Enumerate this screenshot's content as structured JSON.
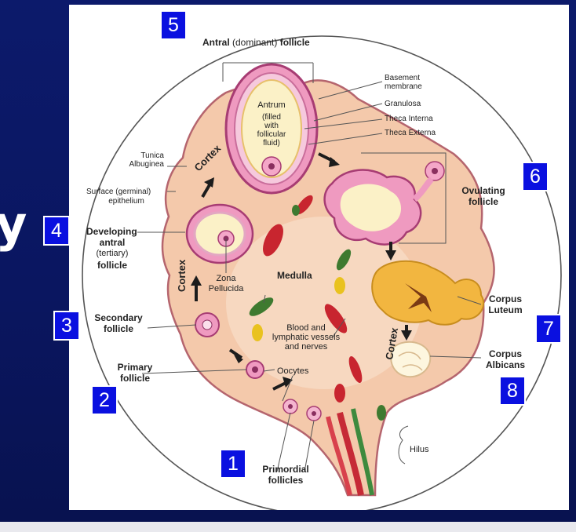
{
  "slide": {
    "edge_char": "y",
    "badges": [
      "1",
      "2",
      "3",
      "4",
      "5",
      "6",
      "7",
      "8"
    ],
    "colors": {
      "slide_bg": "#0c1a6b",
      "badge_bg": "#0a10e0",
      "panel_bg": "#ffffff",
      "ovary_fill": "#f4c9ab",
      "follicle_pink": "#ef9ac0"
    }
  },
  "diagram": {
    "title_bold_1": "Antral",
    "title_regular": " (dominant) ",
    "title_bold_2": "follicle",
    "layers": [
      "Basement",
      "membrane",
      "Granulosa",
      "Theca Interna",
      "Theca Externa"
    ],
    "antrum": {
      "title": "Antrum",
      "detail": [
        "(filled",
        "with",
        "follicular",
        "fluid)"
      ]
    },
    "tunica": [
      "Tunica",
      "Albuginea"
    ],
    "surface": [
      "Surface (germinal)",
      "epithelium"
    ],
    "developing": [
      "Developing",
      "antral",
      "(tertiary)",
      "follicle"
    ],
    "zona": [
      "Zona",
      "Pellucida"
    ],
    "secondary": [
      "Secondary",
      "follicle"
    ],
    "primary": [
      "Primary",
      "follicle"
    ],
    "oocytes": "Oocytes",
    "primordial": [
      "Primordial",
      "follicles"
    ],
    "medulla": "Medulla",
    "blood": [
      "Blood and",
      "lymphatic vessels",
      "and nerves"
    ],
    "ovulating": [
      "Ovulating",
      "follicle"
    ],
    "luteum": [
      "Corpus",
      "Luteum"
    ],
    "albicans": [
      "Corpus",
      "Albicans"
    ],
    "hilus": "Hilus",
    "cortex": "Cortex"
  }
}
